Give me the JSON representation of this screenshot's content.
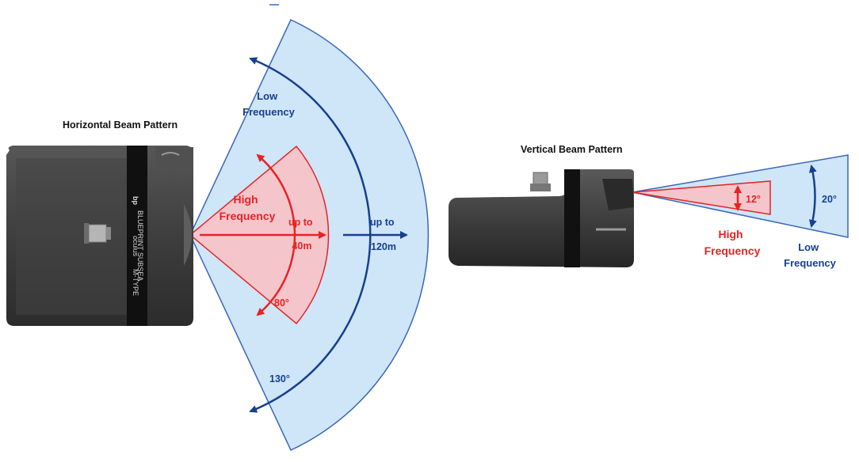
{
  "colors": {
    "low_fill": "#cfe5f8",
    "low_stroke": "#3a68b8",
    "low_arrow": "#16408f",
    "high_fill": "#f4c6cc",
    "high_stroke": "#e82323",
    "device": "#404040"
  },
  "horizontal": {
    "title": "Horizontal Beam Pattern",
    "low_label_1": "Low",
    "low_label_2": "Frequency",
    "high_label_1": "High",
    "high_label_2": "Frequency",
    "high_range_1": "up to",
    "high_range_2": "40m",
    "low_range_1": "up to",
    "low_range_2": "120m",
    "high_angle": "80°",
    "low_angle": "130°"
  },
  "vertical": {
    "title": "Vertical Beam Pattern",
    "high_angle": "12°",
    "low_angle": "20°",
    "high_label_1": "High",
    "high_label_2": "Frequency",
    "low_label_1": "Low",
    "low_label_2": "Frequency"
  },
  "logo": {
    "mark": "bp",
    "brand": "oculus",
    "company": "BLUEPRINT SUBSEA",
    "sub": "M-TYPE"
  }
}
